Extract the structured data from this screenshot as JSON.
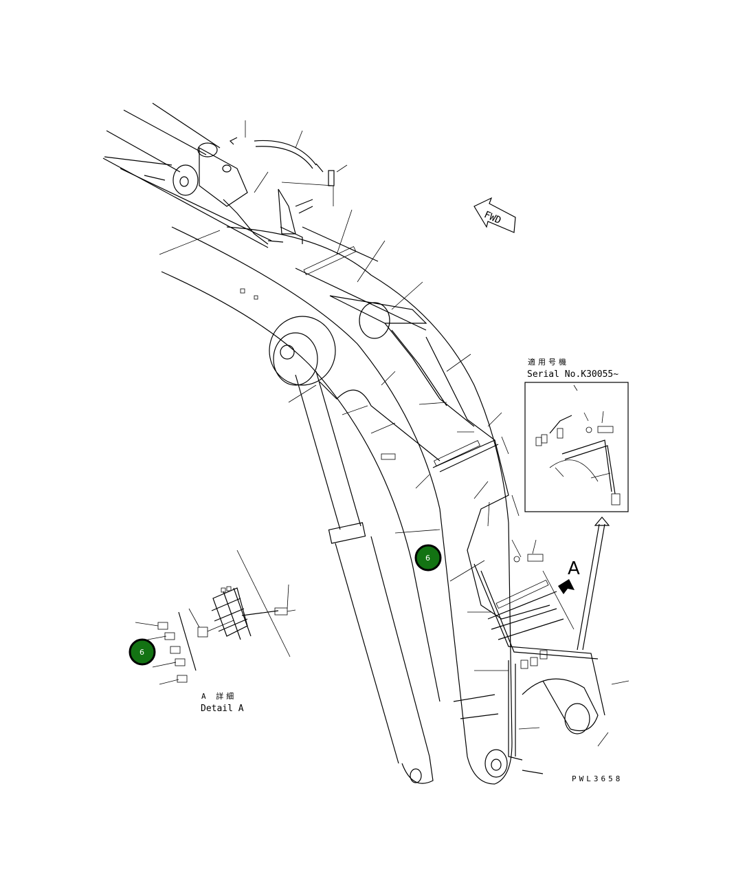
{
  "drawing_code": "PWL3658",
  "fwd_label": "FWD",
  "serial_box": {
    "title_jp": "適用号機",
    "title_en": "Serial No.K30055~"
  },
  "detail": {
    "title_jp": "A 詳細",
    "title_en": "Detail A"
  },
  "view_marker": "A",
  "callouts": [
    {
      "label": "6"
    },
    {
      "label": "6"
    }
  ],
  "colors": {
    "callout_fill": "#137313",
    "callout_border": "#000000",
    "line": "#000000",
    "background": "#ffffff"
  }
}
